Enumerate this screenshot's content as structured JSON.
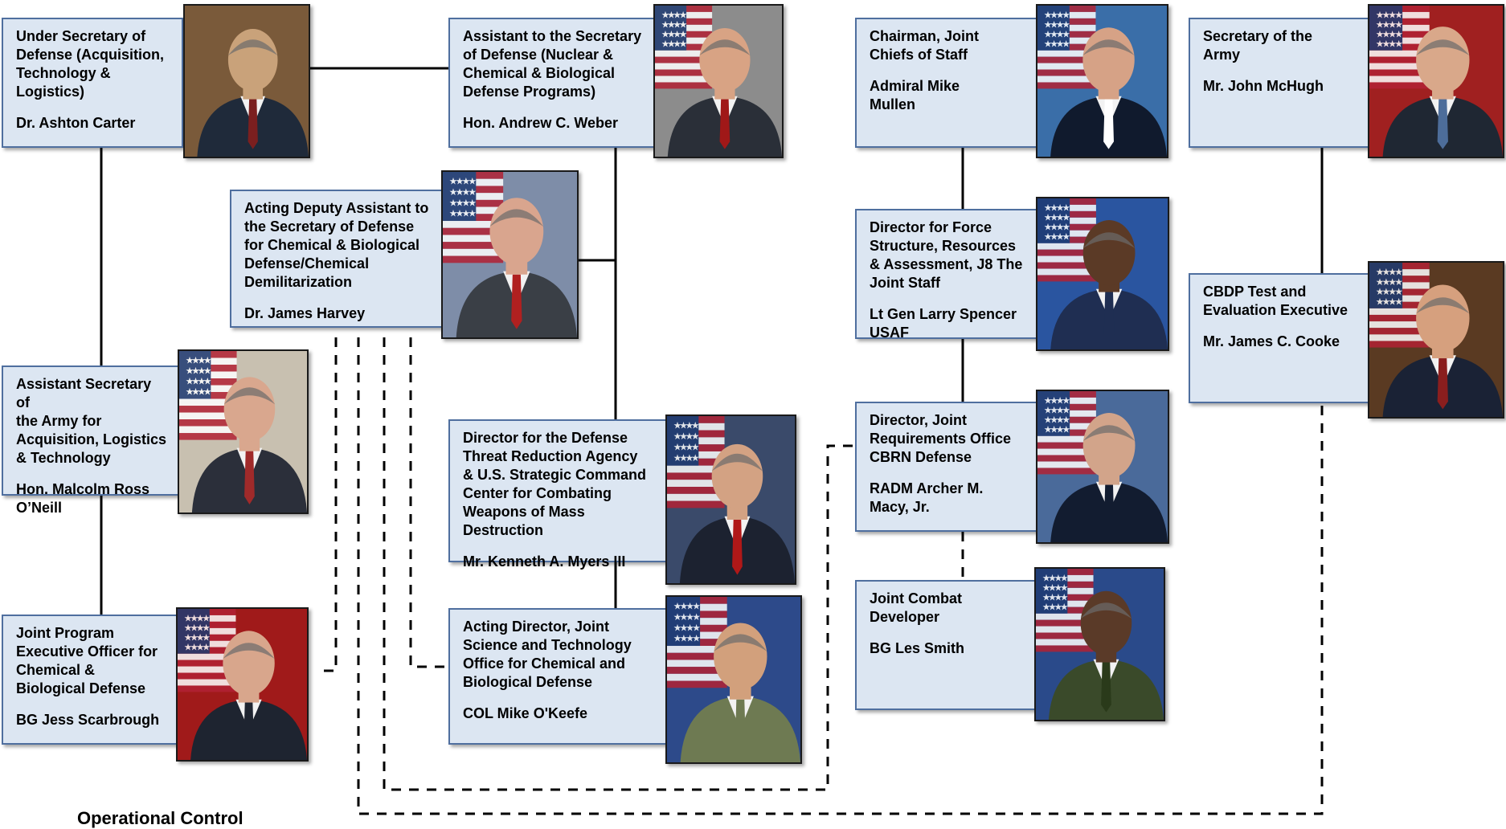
{
  "caption": "Operational Control",
  "icons": {
    "flag": "us-flag-background",
    "portrait": "person-portrait"
  },
  "colors": {
    "box_fill": "#dce6f2",
    "box_border": "#4f6f9f",
    "solid_line": "#000000",
    "dashed_line": "#000000"
  },
  "boxes": [
    {
      "id": "usd-atl",
      "title": "Under Secretary of\nDefense (Acquisition,\nTechnology &\nLogistics)",
      "person": "Dr. Ashton Carter"
    },
    {
      "id": "atsd-ncb",
      "title": "Assistant to the Secretary\nof Defense (Nuclear &\nChemical & Biological\nDefense Programs)",
      "person": "Hon. Andrew C. Weber"
    },
    {
      "id": "cjcs",
      "title": "Chairman, Joint\nChiefs of Staff",
      "person": "Admiral Mike\nMullen"
    },
    {
      "id": "secarmy",
      "title": "Secretary of the\nArmy",
      "person": "Mr. John McHugh"
    },
    {
      "id": "dasd-cbd",
      "title": "Acting Deputy Assistant to\nthe Secretary of Defense\nfor Chemical & Biological\nDefense/Chemical\nDemilitarization",
      "person": "Dr. James Harvey"
    },
    {
      "id": "j8",
      "title": "Director for Force\nStructure, Resources\n& Assessment, J8 The\nJoint Staff",
      "person": "Lt Gen Larry Spencer\nUSAF"
    },
    {
      "id": "cbdp-tee",
      "title": "CBDP Test and\nEvaluation Executive",
      "person": "Mr. James C. Cooke"
    },
    {
      "id": "asa-alt",
      "title": "Assistant Secretary of\nthe Army for\nAcquisition, Logistics\n& Technology",
      "person": "Hon. Malcolm Ross\nO’Neill"
    },
    {
      "id": "dtra",
      "title": "Director for the Defense\nThreat Reduction Agency\n& U.S. Strategic Command\nCenter for Combating\nWeapons of Mass\nDestruction",
      "person": "Mr. Kenneth A. Myers III"
    },
    {
      "id": "jro",
      "title": "Director, Joint\nRequirements Office\nCBRN Defense",
      "person": "RADM Archer M.\nMacy, Jr."
    },
    {
      "id": "jcd",
      "title": "Joint Combat Developer",
      "person": "BG Les Smith"
    },
    {
      "id": "jpeo",
      "title": "Joint Program\nExecutive Officer for\nChemical  &\nBiological Defense",
      "person": "BG Jess Scarbrough"
    },
    {
      "id": "jsto",
      "title": "Acting Director, Joint\nScience and Technology\nOffice for Chemical and\nBiological Defense",
      "person": "COL Mike O'Keefe"
    }
  ]
}
